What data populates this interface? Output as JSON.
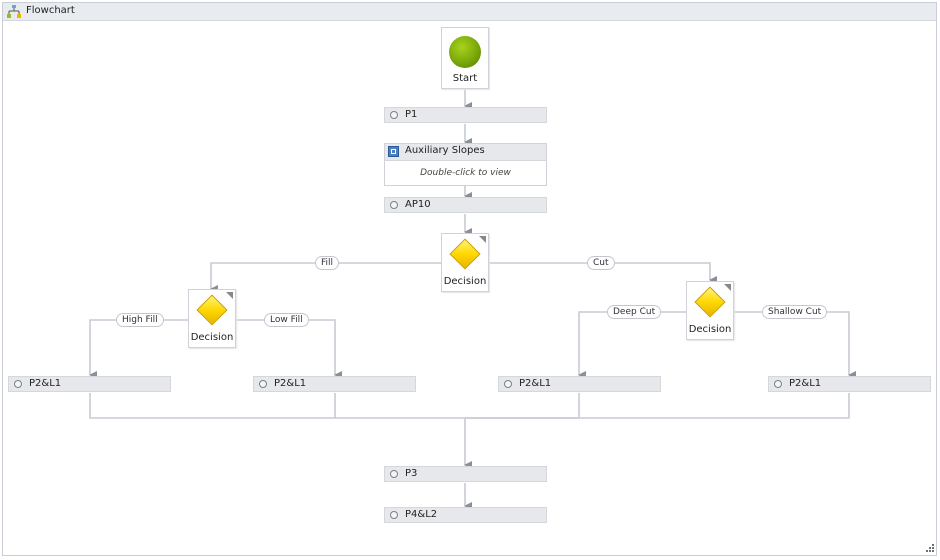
{
  "window": {
    "title": "Flowchart"
  },
  "start": {
    "label": "Start"
  },
  "activities": {
    "p1": "P1",
    "aux_title": "Auxiliary Slopes",
    "aux_hint": "Double-click to view",
    "ap10": "AP10",
    "p2l1_a": "P2&L1",
    "p2l1_b": "P2&L1",
    "p2l1_c": "P2&L1",
    "p2l1_d": "P2&L1",
    "p3": "P3",
    "p4l2": "P4&L2"
  },
  "decisions": {
    "main": "Decision",
    "fill": "Decision",
    "cut": "Decision"
  },
  "branches": {
    "fill": "Fill",
    "cut": "Cut",
    "high_fill": "High Fill",
    "low_fill": "Low Fill",
    "deep_cut": "Deep Cut",
    "shallow_cut": "Shallow Cut"
  },
  "icons": {
    "flowchart": "flowchart-icon",
    "start": "start-circle-icon",
    "decision": "decision-diamond-icon",
    "sequence": "sequence-icon",
    "resize": "resize-grip-icon"
  },
  "colors": {
    "start_green": "#79a809",
    "decision_yellow": "#ffd800",
    "connector": "#c7cbd3",
    "arrow": "#8a8f97"
  }
}
